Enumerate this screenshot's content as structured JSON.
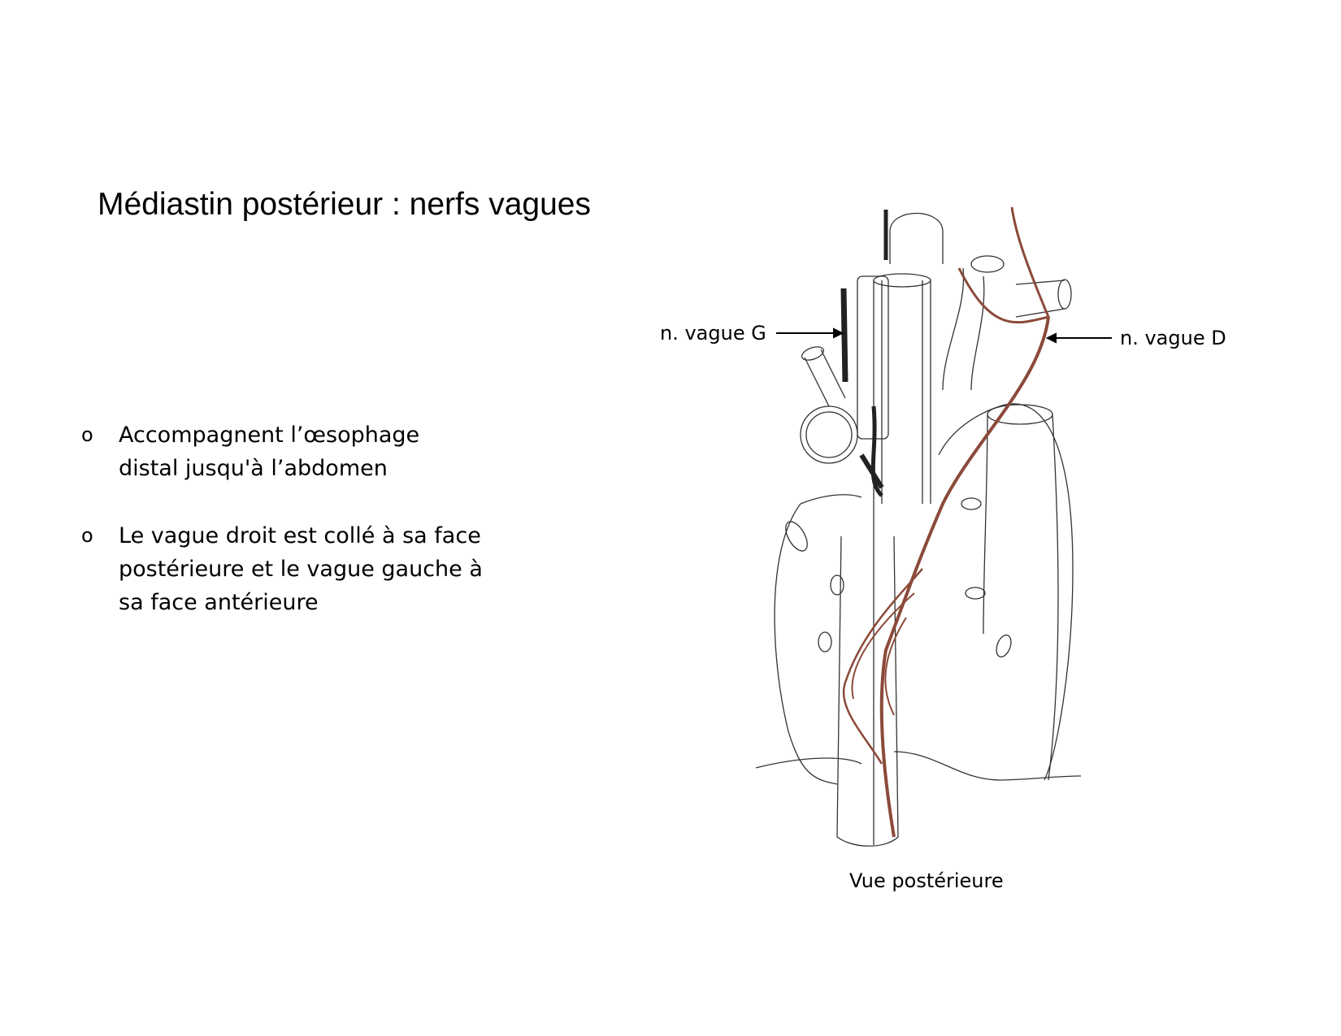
{
  "slide": {
    "title": "Médiastin postérieur : nerfs vagues",
    "bullets": [
      {
        "marker": "o",
        "text_lines": [
          "Accompagnent l’œsophage",
          "distal jusqu'à l’abdomen"
        ]
      },
      {
        "marker": "o",
        "text_lines": [
          "Le vague droit est collé à sa face",
          "postérieure et le vague gauche à",
          "sa face antérieure"
        ]
      }
    ],
    "figure": {
      "labels": {
        "left_nerve": "n. vague G",
        "right_nerve": "n. vague D",
        "caption": "Vue postérieure"
      },
      "colors": {
        "right_nerve": "#8b4a3a",
        "left_nerve": "#222222",
        "outline": "#333333"
      }
    }
  }
}
